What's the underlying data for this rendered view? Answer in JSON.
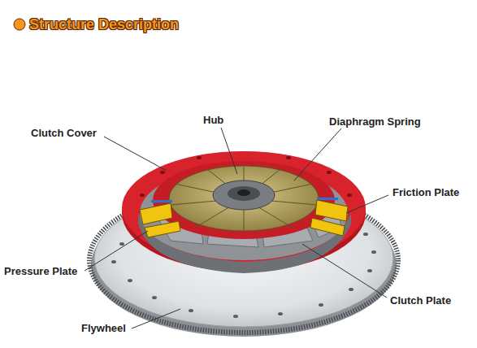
{
  "diagram": {
    "title": "Structure Description",
    "labels": [
      "Hub",
      "Clutch Cover",
      "Diaphragm Spring",
      "Friction Plate",
      "Pressure Plate",
      "Clutch Plate",
      "Flywheel"
    ]
  }
}
